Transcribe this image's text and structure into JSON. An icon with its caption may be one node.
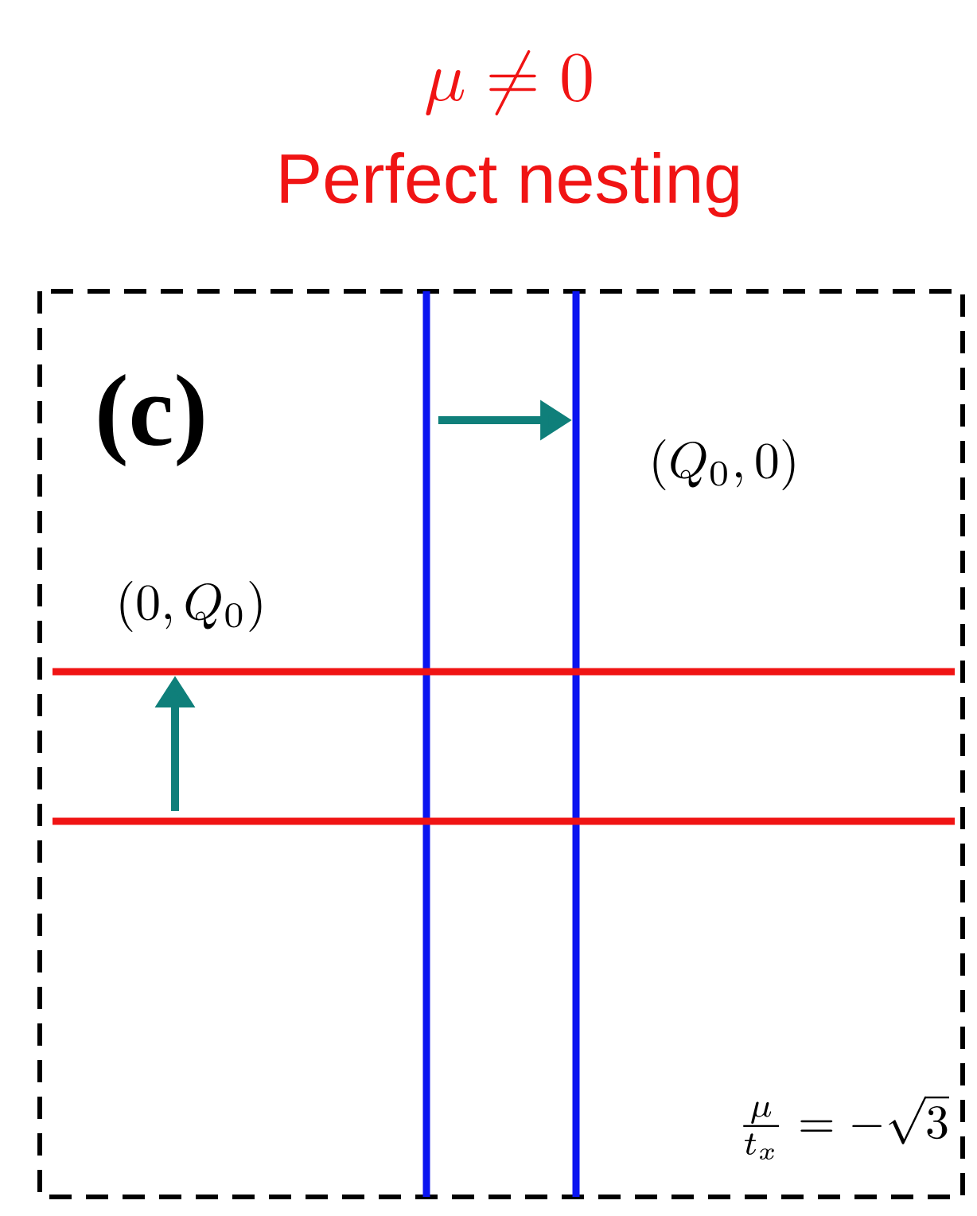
{
  "diagram": {
    "title": "Perfect nesting",
    "nodes": [
      {
        "text": [],
        "shape": "bar"
      },
      {
        "text": [],
        "shape": "bar"
      },
      {
        "text": [],
        "shape": "bar"
      },
      {
        "text": [],
        "shape": "bar"
      }
    ],
    "edges": [
      {
        "from": 0,
        "to": 1,
        "arrow": "to"
      },
      {
        "from": 3,
        "to": 2,
        "arrow": "to"
      }
    ],
    "labels": [
      "\\mu \\neq 0",
      "(c)",
      "(Q_0, 0)",
      "(0, Q_0)",
      "\\frac{\\mu}{t_x} = -\\sqrt{3}"
    ]
  }
}
